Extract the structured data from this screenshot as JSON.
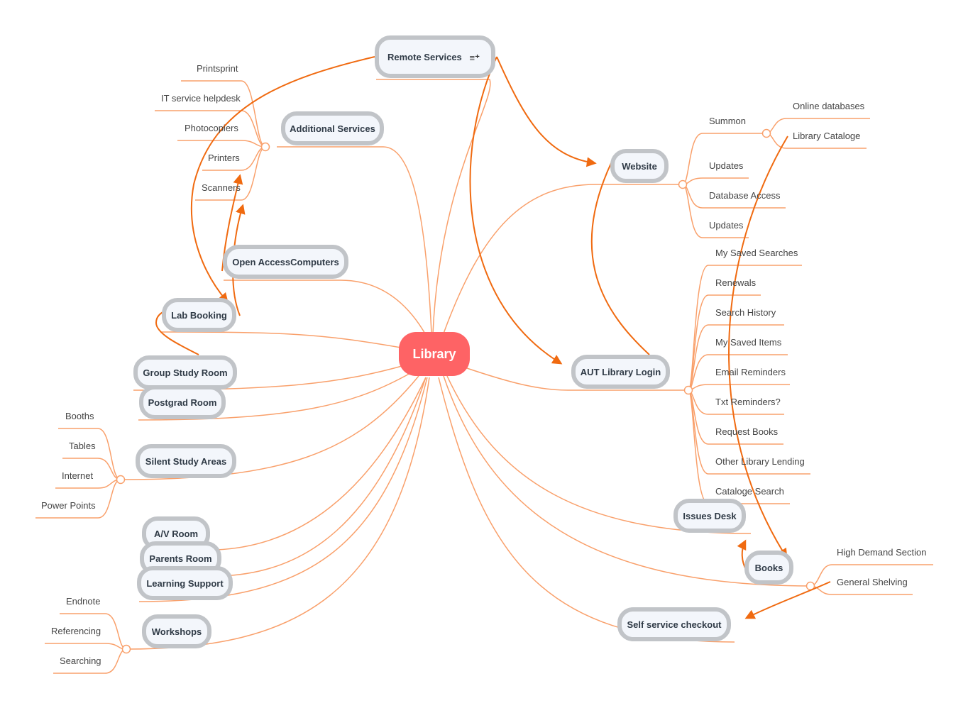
{
  "root": {
    "label": "Library"
  },
  "colors": {
    "branch": "#f9a06b",
    "relation": "#f06a10",
    "node_border": "#c1c4c8",
    "node_fill": "#f3f6fb",
    "root_fill": "#fe6365"
  },
  "topics": {
    "remote_services": "Remote Services",
    "additional_services": "Additional Services",
    "open_access": "Open AccessComputers",
    "lab_booking": "Lab Booking",
    "group_study": "Group Study Room",
    "postgrad": "Postgrad Room",
    "silent_study": "Silent Study Areas",
    "av_room": "A/V Room",
    "parents_room": "Parents Room",
    "learning_support": "Learning Support",
    "workshops": "Workshops",
    "website": "Website",
    "aut_login": "AUT Library Login",
    "issues_desk": "Issues Desk",
    "books": "Books",
    "self_checkout": "Self service checkout"
  },
  "leaves": {
    "additional": [
      "Printsprint",
      "IT service helpdesk",
      "Photocopiers",
      "Printers",
      "Scanners"
    ],
    "silent": [
      "Booths",
      "Tables",
      "Internet",
      "Power Points"
    ],
    "workshops": [
      "Endnote",
      "Referencing",
      "Searching"
    ],
    "website": [
      "Summon",
      "Updates",
      "Database Access",
      "Updates"
    ],
    "summon": [
      "Online databases",
      "Library Cataloge"
    ],
    "login": [
      "My Saved Searches",
      "Renewals",
      "Search History",
      "My Saved Items",
      "Email Reminders",
      "Txt Reminders?",
      "Request Books",
      "Other Library Lending",
      "Cataloge Search"
    ],
    "books": [
      "High Demand Section",
      "General Shelving"
    ]
  },
  "icons": {
    "note": "note-list-icon"
  }
}
